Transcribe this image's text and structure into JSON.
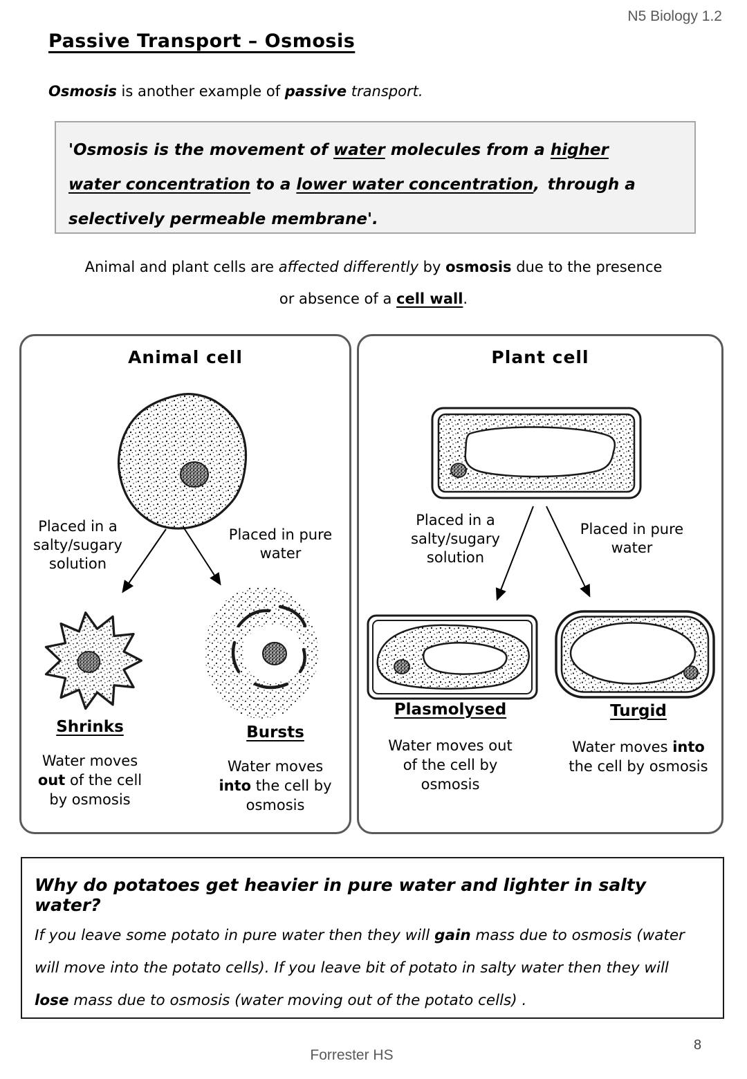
{
  "colors": {
    "header_text": "#595959",
    "definition_box_bg": "#f2f2f2",
    "definition_box_border": "#a6a6a6",
    "panel_border": "#595959",
    "body_text": "#000000"
  },
  "header": {
    "course": "N5 Biology 1.2"
  },
  "title": "Passive Transport – Osmosis",
  "intro": [
    {
      "t": "Osmosis",
      "c": "b i"
    },
    {
      "t": " is another example of ",
      "c": ""
    },
    {
      "t": "passive",
      "c": "b i"
    },
    {
      "t": " ",
      "c": ""
    },
    {
      "t": "transport.",
      "c": "i"
    }
  ],
  "definition": {
    "lines": [
      [
        {
          "t": "'Osmosis is the movement of ",
          "c": ""
        },
        {
          "t": "water",
          "c": "u"
        },
        {
          "t": " molecules from a ",
          "c": ""
        },
        {
          "t": "higher",
          "c": "u"
        }
      ],
      [
        {
          "t": "water concentration",
          "c": "u"
        },
        {
          "t": " to a ",
          "c": ""
        },
        {
          "t": "lower water concentration",
          "c": "u"
        },
        {
          "t": ", through a",
          "c": ""
        }
      ],
      [
        {
          "t": "selectively permeable membrane'.",
          "c": ""
        }
      ]
    ]
  },
  "context": {
    "line1": [
      {
        "t": "Animal and plant cells are ",
        "c": ""
      },
      {
        "t": "affected differently",
        "c": "i"
      },
      {
        "t": " by ",
        "c": ""
      },
      {
        "t": "osmosis",
        "c": "b"
      },
      {
        "t": " due to the presence",
        "c": ""
      }
    ],
    "line2": [
      {
        "t": "or absence of a ",
        "c": ""
      },
      {
        "t": "cell wall",
        "c": "b u"
      },
      {
        "t": ".",
        "c": ""
      }
    ]
  },
  "animal_panel": {
    "title": "Animal cell",
    "left_condition": [
      "Placed in a",
      "salty/sugary",
      "solution"
    ],
    "right_condition": [
      "Placed in pure",
      "water"
    ],
    "left_result": {
      "label": "Shrinks",
      "desc": [
        [
          {
            "t": "Water moves",
            "c": ""
          }
        ],
        [
          {
            "t": "out",
            "c": "b"
          },
          {
            "t": " of the cell",
            "c": ""
          }
        ],
        [
          {
            "t": "by osmosis",
            "c": ""
          }
        ]
      ]
    },
    "right_result": {
      "label": "Bursts",
      "desc": [
        [
          {
            "t": "Water moves",
            "c": ""
          }
        ],
        [
          {
            "t": "into",
            "c": "b"
          },
          {
            "t": " the cell by",
            "c": ""
          }
        ],
        [
          {
            "t": "osmosis",
            "c": ""
          }
        ]
      ]
    }
  },
  "plant_panel": {
    "title": "Plant cell",
    "left_condition": [
      "Placed in a",
      "salty/sugary",
      "solution"
    ],
    "right_condition": [
      "Placed in pure",
      "water"
    ],
    "left_result": {
      "label": "Plasmolysed",
      "desc": [
        [
          {
            "t": "Water moves out",
            "c": ""
          }
        ],
        [
          {
            "t": "of the cell by",
            "c": ""
          }
        ],
        [
          {
            "t": "osmosis",
            "c": ""
          }
        ]
      ]
    },
    "right_result": {
      "label": "Turgid",
      "desc": [
        [
          {
            "t": "Water moves ",
            "c": ""
          },
          {
            "t": "into",
            "c": "b"
          }
        ],
        [
          {
            "t": "the cell by osmosis",
            "c": ""
          }
        ]
      ]
    }
  },
  "potato_box": {
    "question": "Why do potatoes get heavier in pure water and lighter in salty water?",
    "answer_lines": [
      [
        {
          "t": "If you leave some potato in pure water then they will ",
          "c": ""
        },
        {
          "t": "gain",
          "c": "b"
        },
        {
          "t": " mass due to osmosis (water",
          "c": ""
        }
      ],
      [
        {
          "t": "will move into the potato cells). If you leave bit of potato in salty water then they will",
          "c": ""
        }
      ],
      [
        {
          "t": "lose",
          "c": "b"
        },
        {
          "t": " mass due to osmosis (water moving out of the potato cells) .",
          "c": ""
        }
      ]
    ]
  },
  "footer": {
    "school": "Forrester HS",
    "page": "8"
  }
}
